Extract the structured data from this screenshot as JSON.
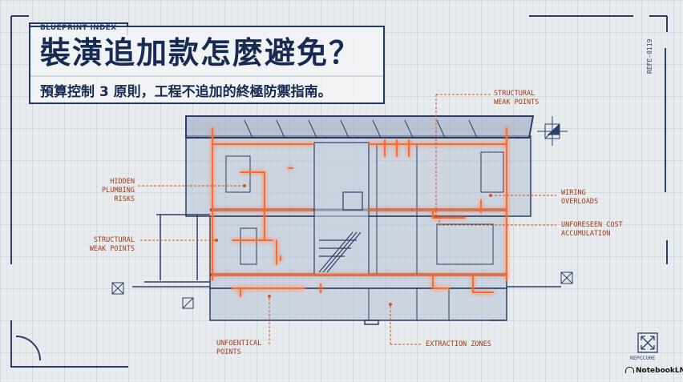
{
  "header": {
    "index_label": "BLUEPRINT INDEX",
    "title": "裝潢追加款怎麼避免？",
    "subtitle": "預算控制 3 原則，工程不追加的終極防禦指南。"
  },
  "ref_code": "REFE-0119",
  "corner_code": "REPCCU0E",
  "brand": "NotebookLM",
  "callouts": {
    "structural_top": [
      "STRUCTURAL",
      "WEAK POINTS"
    ],
    "hidden_plumbing": [
      "HIDDEN",
      "PLUMBING",
      "RISKS"
    ],
    "structural_left": [
      "STRUCTURAL",
      "WEAK POINTS"
    ],
    "wiring": [
      "WIRING",
      "OVERLOADS"
    ],
    "unforeseen": [
      "UNFORESEEN COST",
      "ACCUMULATION"
    ],
    "unfoentical": [
      "UNFOENTICAL",
      "POINTS"
    ],
    "extraction": [
      "EXTRACTION ZONES"
    ]
  },
  "colors": {
    "ink": "#172b52",
    "glow": "#ff6a2b",
    "callout": "#9b3a12"
  },
  "icons": [
    "target-marker-icon",
    "expand-icon",
    "notebook-logo-icon"
  ]
}
